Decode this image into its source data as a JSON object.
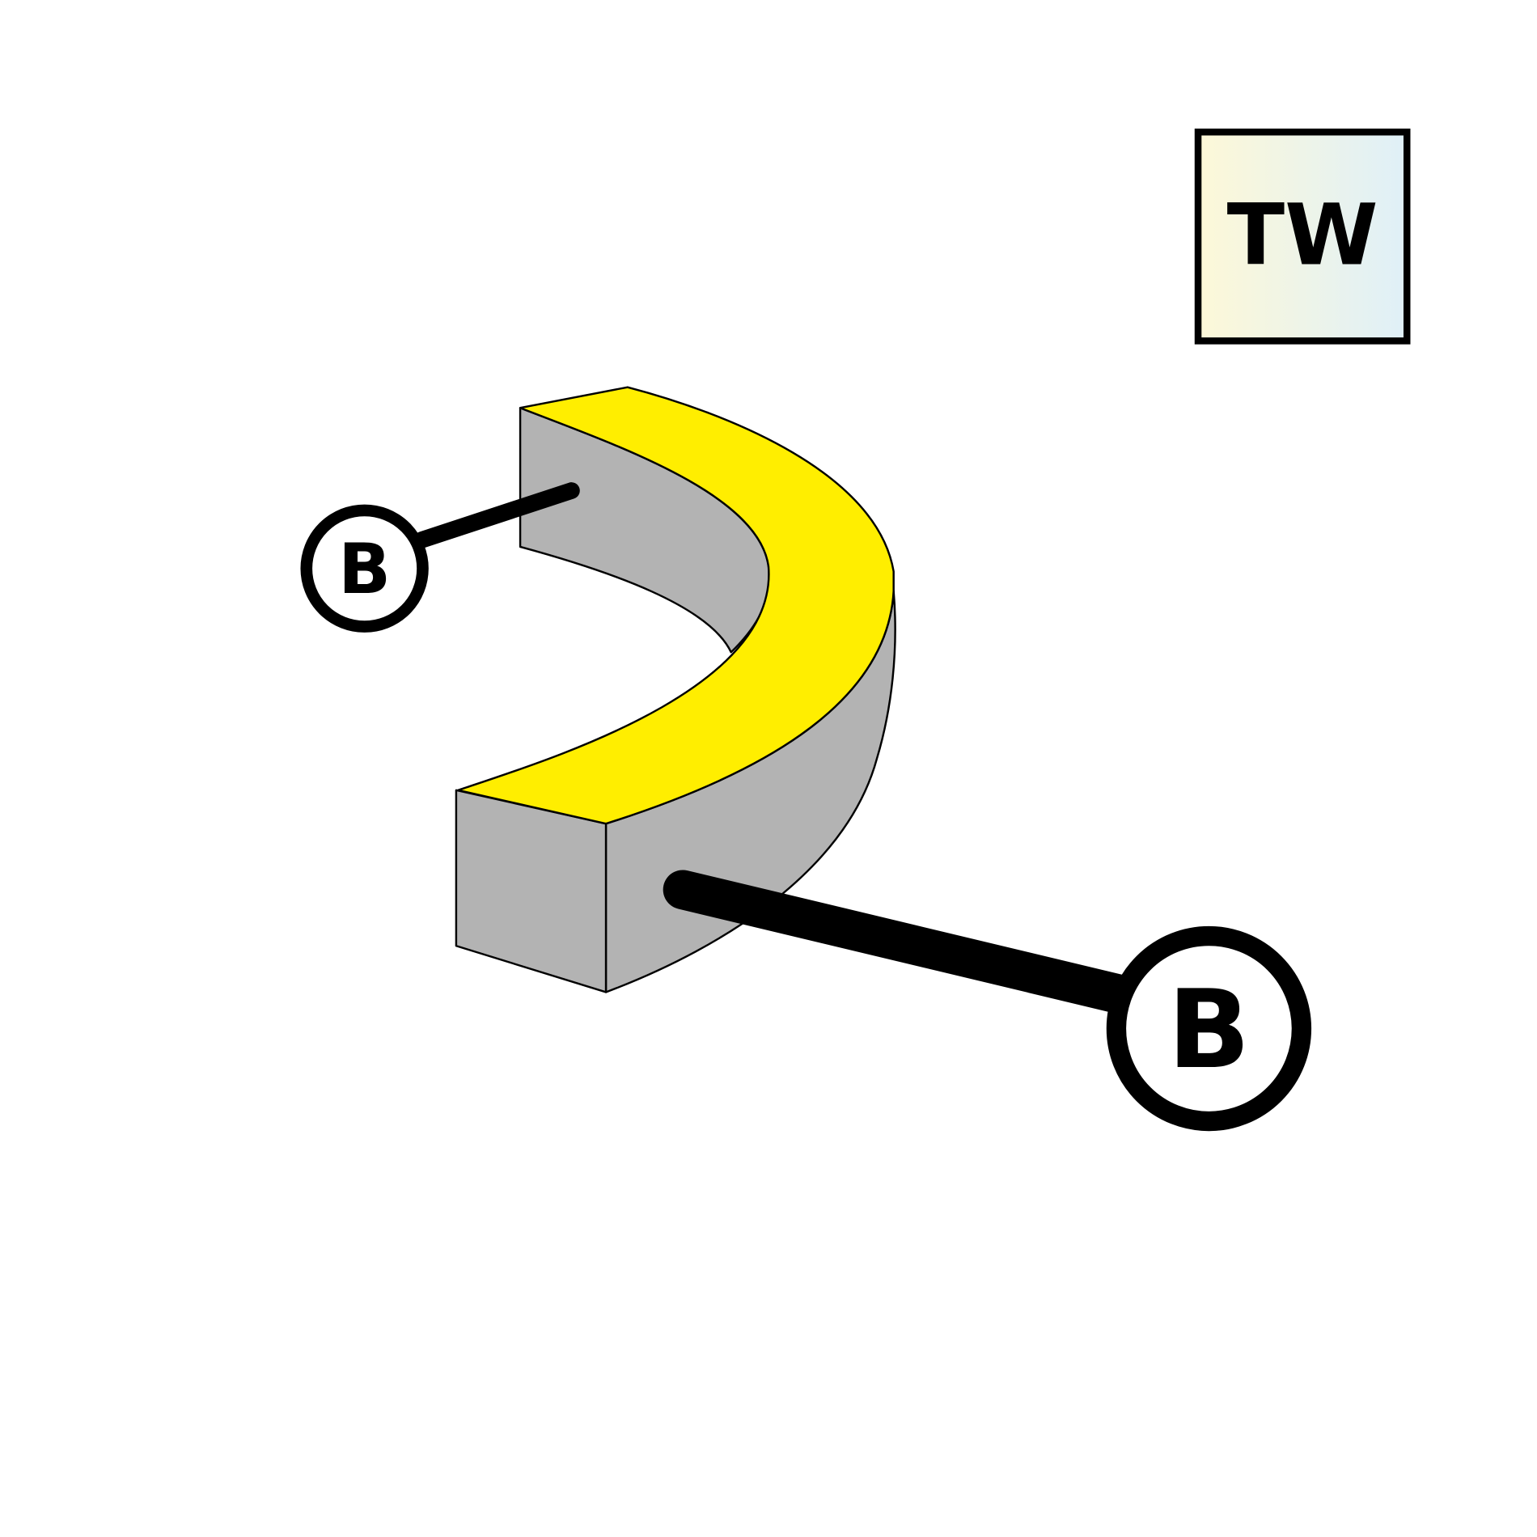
{
  "badge": {
    "text": "TW",
    "gradient_start": "#fdf8d8",
    "gradient_end": "#dff0f8"
  },
  "callouts": [
    {
      "label": "B"
    },
    {
      "label": "B"
    }
  ],
  "colors": {
    "top_face": "#ffee00",
    "side_face": "#b3b3b3",
    "outline": "#000000"
  }
}
